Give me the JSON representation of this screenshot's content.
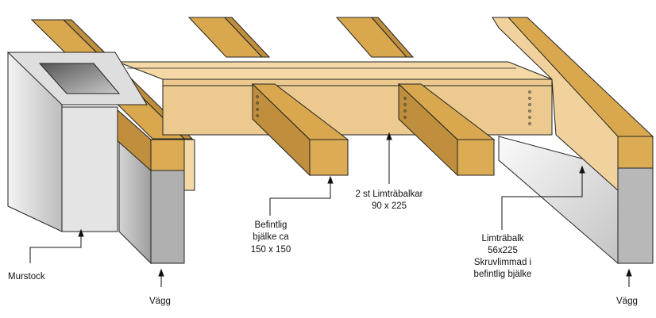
{
  "labels": {
    "murstock": "Murstock",
    "vagg_left": "Vägg",
    "vagg_right": "Vägg",
    "befintlig": [
      "Befintlig",
      "bjälke ca",
      "150 x 150"
    ],
    "limtrabalkar": [
      "2 st Limträbalkar",
      "90 x 225"
    ],
    "limtrabalk": [
      "Limträbalk",
      "56x225",
      "Skruvlimmad i",
      "befintlig bjälke"
    ]
  },
  "colors": {
    "wood_top": "#d9a84e",
    "wood_side": "#c08f3d",
    "wood_end": "#dcac55",
    "glulam_light": "#f4d9a6",
    "glulam_face": "#ecc98e",
    "wall_light": "#efefef",
    "wall_mid": "#d6d6d6",
    "wall_dark": "#b5b5b5",
    "stroke": "#222222"
  }
}
